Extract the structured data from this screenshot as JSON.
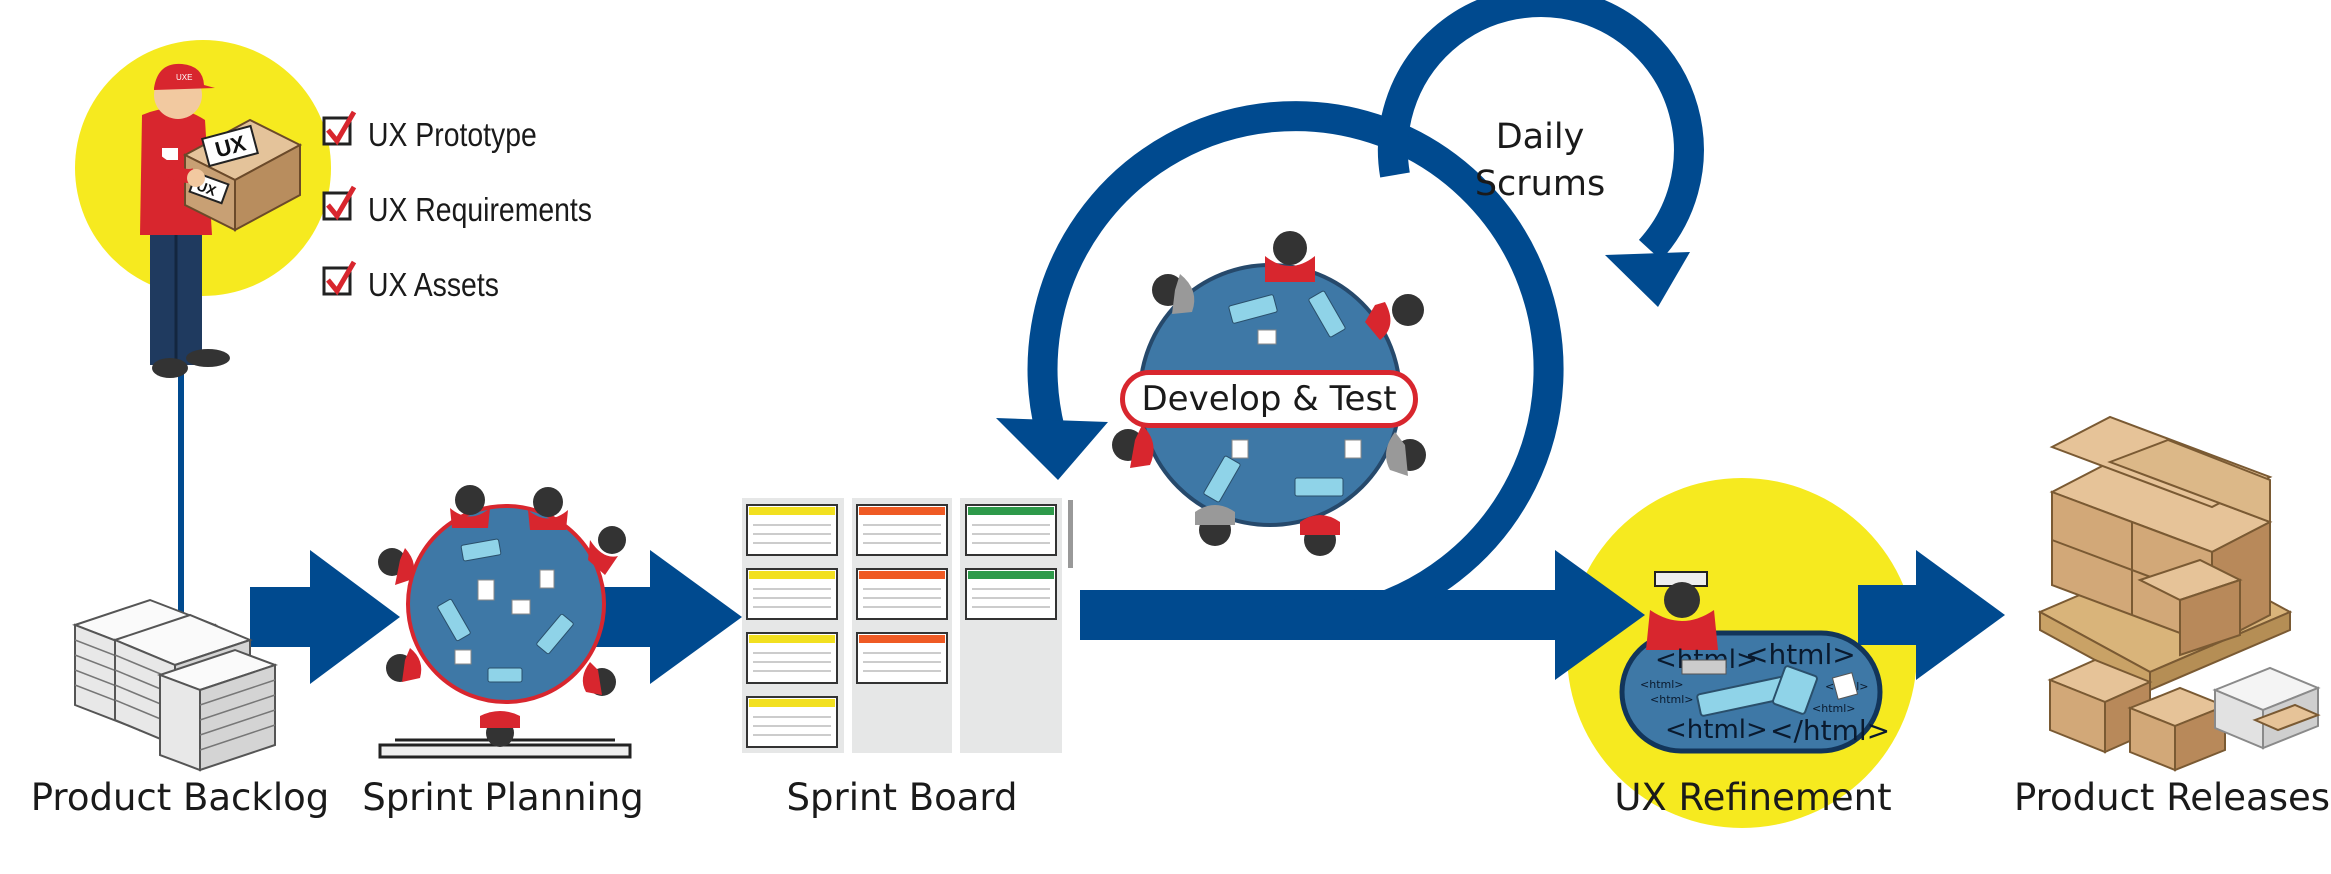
{
  "checklist": [
    {
      "label": "UX Prototype",
      "checked": true
    },
    {
      "label": "UX Requirements",
      "checked": true
    },
    {
      "label": "UX Assets",
      "checked": true
    }
  ],
  "stages": {
    "backlog": "Product Backlog",
    "planning": "Sprint Planning",
    "board": "Sprint Board",
    "develop": "Develop & Test",
    "refinement": "UX Refinement",
    "releases": "Product Releases"
  },
  "daily_scrums": {
    "line1": "Daily",
    "line2": "Scrums"
  },
  "box_labels": {
    "large": "UX",
    "small": "UX",
    "cap": "UXE"
  },
  "html_tags": {
    "big": "<html>",
    "small": "<html>",
    "close": "</html>"
  },
  "colors": {
    "primary_blue": "#004a8f",
    "highlight_yellow": "#f6ea1f",
    "accent_red": "#d8262e",
    "table_blue": "#3e78a6"
  },
  "board_columns": [
    {
      "accent": "#f2e020",
      "cards": 4
    },
    {
      "accent": "#ef5a24",
      "cards": 3
    },
    {
      "accent": "#2e9a4a",
      "cards": 2
    }
  ]
}
